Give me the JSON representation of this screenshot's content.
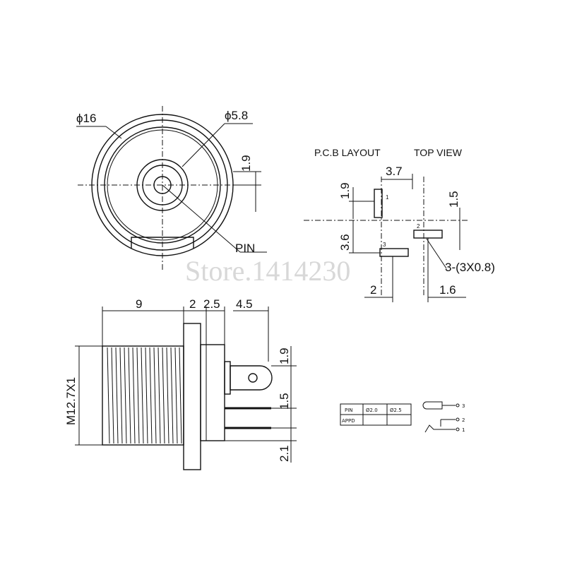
{
  "labels": {
    "dia16": "ϕ16",
    "dia58": "ϕ5.8",
    "dim_19_front": "1.9",
    "pin": "PIN",
    "pcb_layout": "P.C.B LAYOUT",
    "top_view": "TOP VIEW",
    "dim_37": "3.7",
    "dim_19_pcb": "1.9",
    "dim_15_pcb": "1.5",
    "dim_36": "3.6",
    "pad_spec": "3-(3X0.8)",
    "dim_2": "2",
    "dim_16": "1.6",
    "pad_label_1": "1",
    "pad_label_2": "2",
    "pad_label_3": "3",
    "dim_9": "9",
    "dim_2_side": "2",
    "dim_25": "2.5",
    "dim_45": "4.5",
    "thread": "M12.7X1",
    "dim_19_side": "1.9",
    "dim_15_side": "1.5",
    "dim_21_side": "2.1"
  },
  "table": {
    "headers": [
      "PIN",
      "Ø2.0",
      "Ø2.5"
    ],
    "row_label": "APPD"
  },
  "schematic_pins": [
    "3",
    "2",
    "1"
  ],
  "watermark": "Store.1414230",
  "colors": {
    "ink": "#111111",
    "watermark": "#d8d8d8",
    "background": "#ffffff"
  }
}
